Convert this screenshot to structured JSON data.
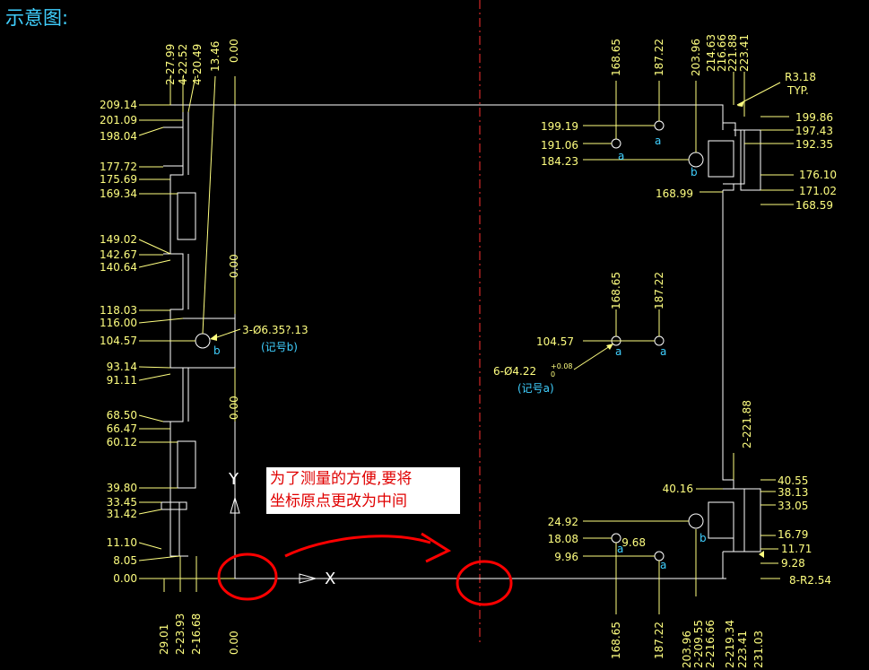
{
  "title": "示意图:",
  "note": {
    "line1": "为了测量的方便,要将",
    "line2": "坐标原点更改为中间"
  },
  "axis": {
    "x": "X",
    "y": "Y"
  },
  "left_y": {
    "values": [
      "209.14",
      "201.09",
      "198.04",
      "177.72",
      "175.69",
      "169.34",
      "149.02",
      "142.67",
      "140.64",
      "118.03",
      "116.00",
      "104.57",
      "93.14",
      "91.11",
      "68.50",
      "66.47",
      "60.12",
      "39.80",
      "33.45",
      "31.42",
      "11.10",
      "8.05",
      "0.00"
    ]
  },
  "left_top_x": {
    "values": [
      "2-27.99",
      "4-22.52",
      "4-20.49",
      "13.46",
      "0.00"
    ]
  },
  "left_mid_x": {
    "values": [
      "0.00",
      "0.00"
    ]
  },
  "left_bottom_x": {
    "values": [
      "29.01",
      "2-23.93",
      "2-16.68",
      "0.00"
    ]
  },
  "hole_b": {
    "label": "3-Ø6.35?.13",
    "sub": "(记号b)",
    "tag": "b"
  },
  "hole_a": {
    "label": "6-Ø4.22",
    "tol_plus": "+0.08",
    "tol_minus": "0",
    "sub": "(记号a)",
    "tag": "a"
  },
  "right_top_x": {
    "values": [
      "168.65",
      "187.22",
      "203.96",
      "214.63",
      "216.66",
      "221.88",
      "223.41"
    ]
  },
  "right_top_y_left": {
    "values": [
      "199.19",
      "191.06",
      "184.23",
      "168.99"
    ]
  },
  "right_top_y_right": {
    "values": [
      "199.86",
      "197.43",
      "192.35",
      "176.10",
      "171.02",
      "168.59"
    ]
  },
  "radius_top": {
    "line1": "R3.18",
    "line2": "TYP."
  },
  "right_mid_x": {
    "values": [
      "168.65",
      "187.22"
    ]
  },
  "right_mid_y": {
    "value": "104.57"
  },
  "right_vert": {
    "value": "2-221.88"
  },
  "right_bottom_y_left": {
    "values": [
      "40.16",
      "24.92",
      "18.08",
      "9.96",
      "9.68"
    ]
  },
  "right_bottom_y_right": {
    "values": [
      "40.55",
      "38.13",
      "33.05",
      "16.79",
      "11.71",
      "9.28"
    ]
  },
  "radius_bottom": {
    "label": "8-R2.54"
  },
  "right_bottom_x": {
    "values": [
      "168.65",
      "187.22",
      "203.96",
      "2-209.55",
      "2-216.66",
      "2-219.34",
      "223.41",
      "231.03"
    ]
  },
  "colors": {
    "dim": "#ffff80",
    "line": "#ffffff",
    "accent": "#40d0ff",
    "center": "#ff3030",
    "mark": "#ff0000"
  }
}
